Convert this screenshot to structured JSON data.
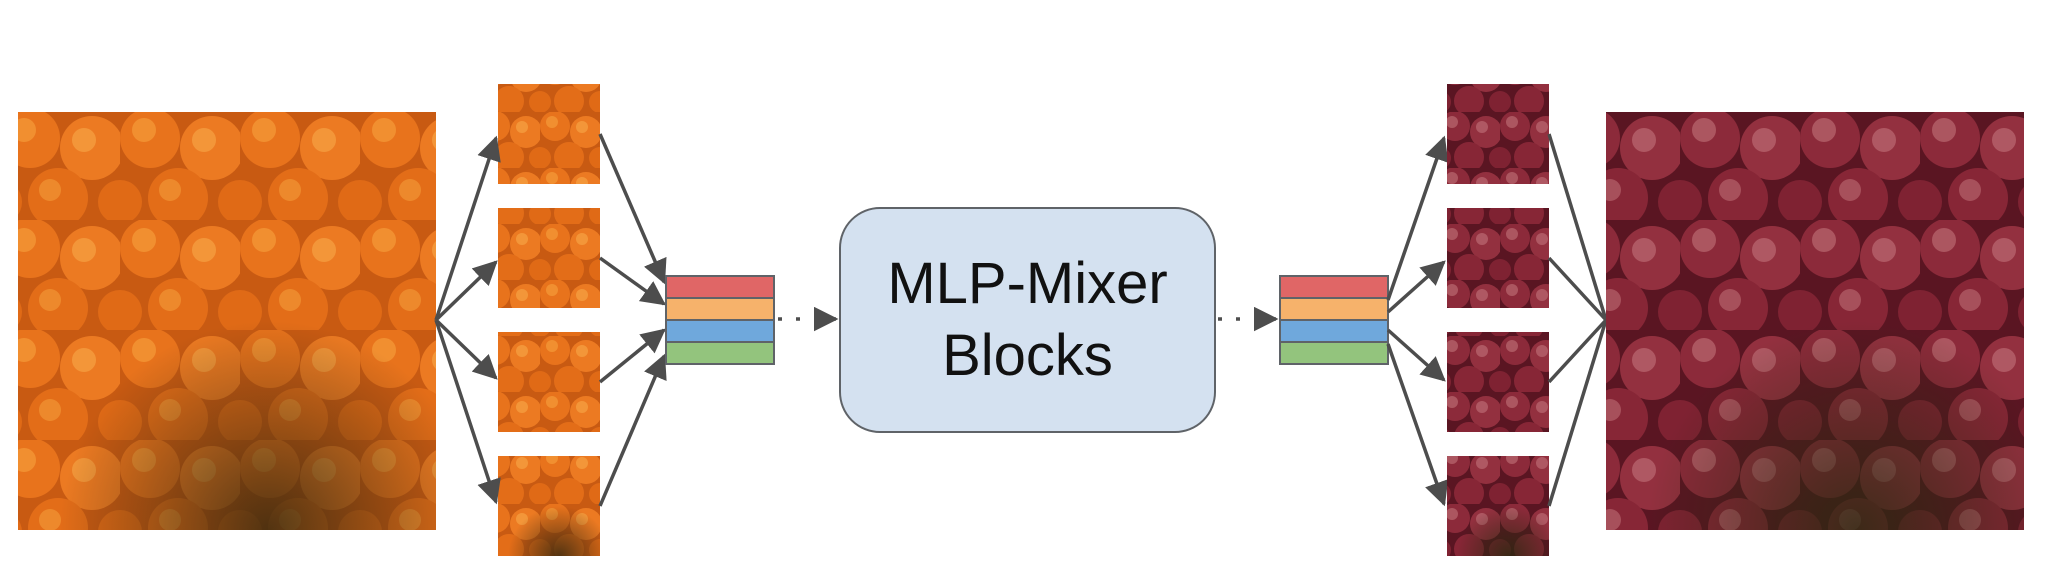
{
  "mixer_block": {
    "line1": "MLP-Mixer",
    "line2": "Blocks"
  },
  "colors": {
    "orange_fruit": "#e8731c",
    "orange_highlight": "#f7a540",
    "orange_shadow": "#b84e0c",
    "red_fruit": "#8c2a3a",
    "red_highlight": "#c77a80",
    "red_shadow": "#4e0f1c",
    "mixer_fill": "#d4e1f0",
    "mixer_stroke": "#5f6368",
    "arrow": "#4d4d4d",
    "token_red": "#e06666",
    "token_orange": "#f6b26b",
    "token_blue": "#6fa8dc",
    "token_green": "#93c47d"
  },
  "icons": {
    "input_image": "orange-fruit-image",
    "output_image": "red-fruit-image",
    "token_stack": "token-embedding-stack",
    "arrow": "arrow-icon"
  }
}
